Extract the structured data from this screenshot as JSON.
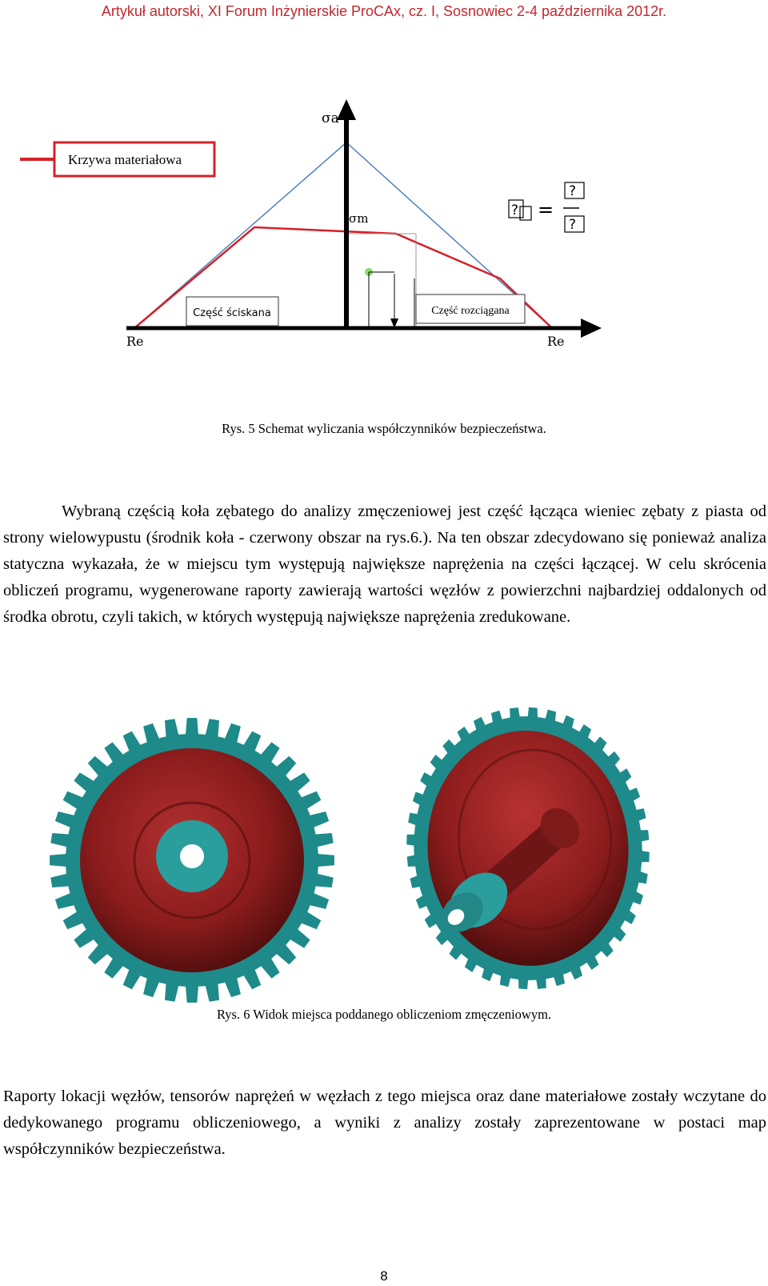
{
  "header": {
    "text": "Artykuł autorski, XI Forum Inżynierskie ProCAx, cz. I, Sosnowiec 2-4 października 2012r."
  },
  "diagram": {
    "legend_label": "Krzywa materiałowa",
    "sigma_a": "σa",
    "sigma_m": "σm",
    "re_left": "Re",
    "re_right": "Re",
    "box_compressed": "Część ściskana",
    "box_tensile": "Część rozciągana",
    "formula_placeholder": "?",
    "formula_equals": "=",
    "colors": {
      "material_curve": "#d62027",
      "envelope": "#4f81bd",
      "point": "#8bd96a",
      "axis": "#000000"
    }
  },
  "figure5": {
    "caption": "Rys. 5 Schemat wyliczania współczynników bezpieczeństwa."
  },
  "paragraph1": {
    "text": "Wybraną częścią koła zębatego do analizy zmęczeniowej jest część łącząca wieniec zębaty z piasta od strony wielowypustu (środnik koła - czerwony obszar na rys.6.). Na ten obszar zdecydowano się ponieważ analiza statyczna wykazała, że w miejscu tym występują największe naprężenia na części łączącej. W celu skrócenia obliczeń programu, wygenerowane raporty zawierają wartości węzłów z powierzchni najbardziej oddalonych od środka obrotu, czyli takich, w których występują największe naprężenia zredukowane."
  },
  "figure6": {
    "caption": "Rys. 6 Widok miejsca poddanego obliczeniom zmęczeniowym.",
    "colors": {
      "teeth": "#1f8a8a",
      "web": "#8b1c1c",
      "hub": "#2a9d9d"
    },
    "gear_front_icon": "gear-front-view",
    "gear_iso_icon": "gear-isometric-view"
  },
  "paragraph2": {
    "text": "Raporty lokacji węzłów, tensorów naprężeń w węzłach z tego miejsca oraz dane materiałowe zostały wczytane do dedykowanego programu obliczeniowego, a wyniki z analizy zostały zaprezentowane w postaci map współczynników bezpieczeństwa."
  },
  "page_number": "8"
}
